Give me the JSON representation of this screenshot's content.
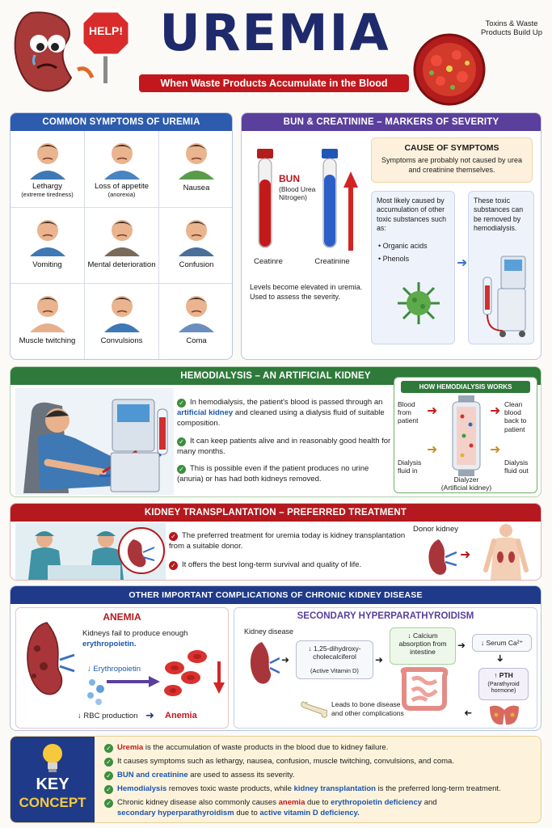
{
  "header": {
    "title": "UREMIA",
    "subtitle": "When Waste Products Accumulate in the Blood",
    "help_sign": "HELP!",
    "toxins_note": "Toxins & Waste Products Build Up"
  },
  "symptoms": {
    "title": "COMMON SYMPTOMS OF UREMIA",
    "items": [
      {
        "label": "Lethargy",
        "sub": "(extreme tiredness)"
      },
      {
        "label": "Loss of appetite",
        "sub": "(anorexia)"
      },
      {
        "label": "Nausea",
        "sub": ""
      },
      {
        "label": "Vomiting",
        "sub": ""
      },
      {
        "label": "Mental deterioration",
        "sub": ""
      },
      {
        "label": "Confusion",
        "sub": ""
      },
      {
        "label": "Muscle twitching",
        "sub": ""
      },
      {
        "label": "Convulsions",
        "sub": ""
      },
      {
        "label": "Coma",
        "sub": ""
      }
    ]
  },
  "markers": {
    "title": "BUN & CREATININE – MARKERS OF SEVERITY",
    "bun_label": "BUN",
    "bun_sub": "(Blood Urea Nitrogen)",
    "tube1_label": "Ceatinre",
    "tube2_label": "Creatinine",
    "note": "Levels become elevated in uremia. Used to assess the severity.",
    "cause_title": "CAUSE OF SYMPTOMS",
    "cause_text": "Symptoms are probably not caused by urea and creatinine themselves.",
    "likely_text": "Most likely caused by accumulation of other toxic substances such as:",
    "toxins": [
      "Organic acids",
      "Phenols"
    ],
    "removable_text": "These toxic substances can be removed by hemodialysis."
  },
  "hemodialysis": {
    "title": "HEMODIALYSIS – AN ARTIFICIAL KIDNEY",
    "p1_a": "In hemodialysis, the patient's blood is passed through an",
    "p1_hl": "artificial kidney",
    "p1_b": "and cleaned using a dialysis fluid of suitable composition.",
    "p2": "It can keep patients alive and in reasonably good health for many months.",
    "p3": "This is possible even if the patient produces no urine (anuria) or has had both kidneys removed.",
    "how_title": "HOW HEMODIALYSIS WORKS",
    "blood_from": "Blood from patient",
    "clean_blood": "Clean blood back to patient",
    "fluid_in": "Dialysis fluid in",
    "fluid_out": "Dialysis fluid out",
    "dialyzer": "Dialyzer",
    "dialyzer_sub": "(Artificial kidney)"
  },
  "transplant": {
    "title": "KIDNEY TRANSPLANTATION – PREFERRED TREATMENT",
    "p1": "The preferred treatment for uremia today is kidney transplantation from a suitable donor.",
    "p2": "It offers the best long-term survival and quality of life.",
    "donor": "Donor kidney"
  },
  "complications": {
    "title": "OTHER IMPORTANT COMPLICATIONS OF CHRONIC KIDNEY DISEASE",
    "anemia_title": "ANEMIA",
    "anemia_text_a": "Kidneys fail to produce enough",
    "anemia_text_hl": "erythropoietin.",
    "epo": "↓ Erythropoietin",
    "rbc": "↓ RBC production",
    "anemia": "Anemia",
    "hpt_title": "SECONDARY HYPERPARATHYROIDISM",
    "kidney_disease": "Kidney disease",
    "vitd": "↓ 1,25-dihydroxy-cholecalciferol",
    "vitd_sub": "(Active Vitamin D)",
    "calcium": "↓ Calcium absorption from intestine",
    "serum": "↓ Serum Ca²⁺",
    "pth": "↑ PTH",
    "pth_sub": "(Parathyroid hormone)",
    "bone": "Leads to bone disease and other complications"
  },
  "key": {
    "label1": "KEY",
    "label2": "CONCEPT",
    "l1_hl": "Uremia",
    "l1": "is the accumulation of waste products in the blood due to kidney failure.",
    "l2": "It causes symptoms such as lethargy, nausea, confusion, muscle twitching, convulsions, and coma.",
    "l3_hl": "BUN and creatinine",
    "l3": "are used to assess its severity.",
    "l4_hl1": "Hemodialysis",
    "l4_a": "removes toxic waste products, while",
    "l4_hl2": "kidney transplantation",
    "l4_b": "is the preferred long-term treatment.",
    "l5_a": "Chronic kidney disease also commonly causes",
    "l5_hl1": "anemia",
    "l5_b": "due to",
    "l5_hl2": "erythropoietin deficiency",
    "l5_c": "and",
    "l5_hl3": "secondary hyperparathyroidism",
    "l5_d": "due to",
    "l5_hl4": "active vitamin D deficiency."
  }
}
